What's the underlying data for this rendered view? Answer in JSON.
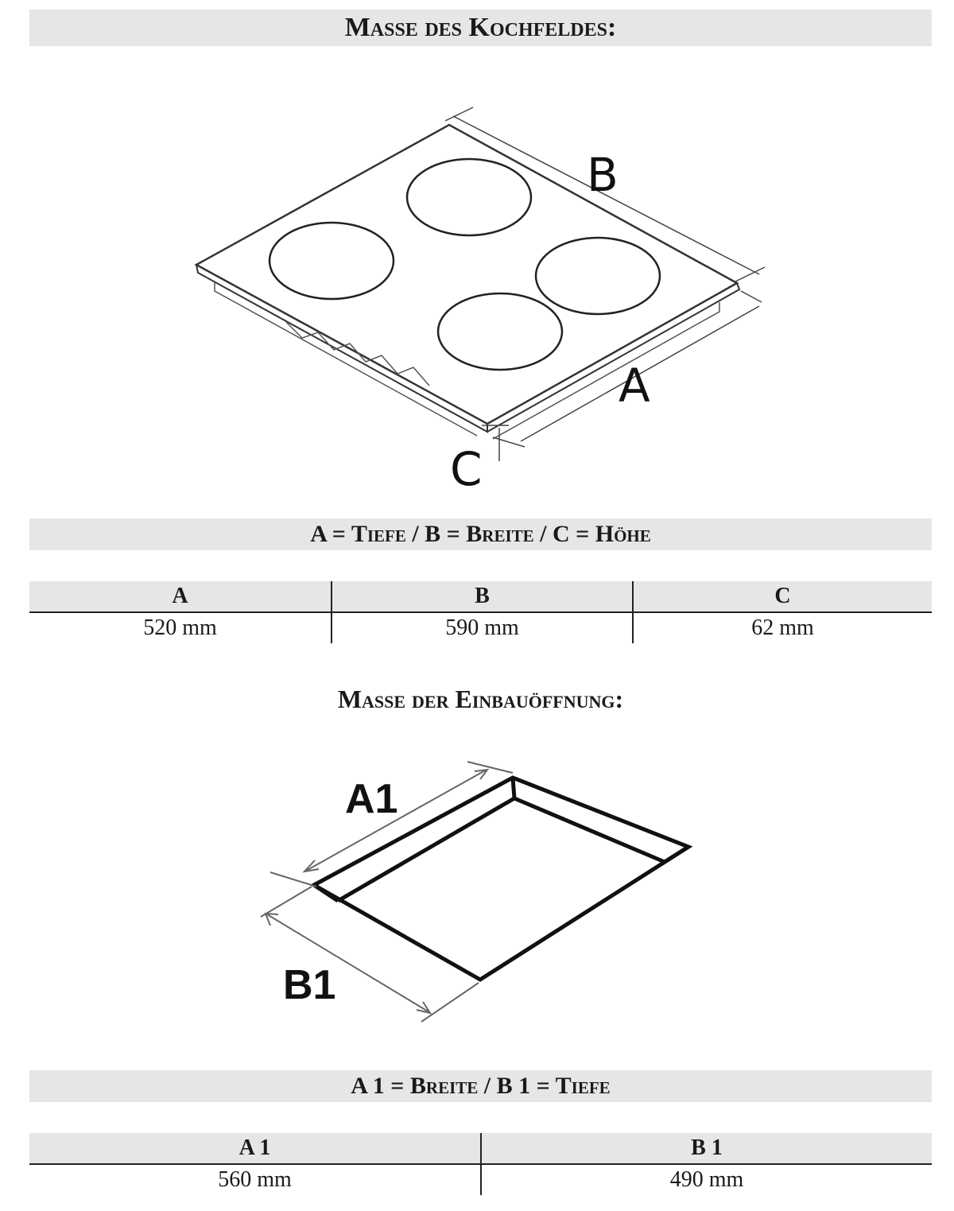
{
  "section1": {
    "title": "Maße des Kochfeldes:",
    "legend": "A = Tiefe / B = Breite / C = Höhe",
    "diagram_labels": {
      "a": "A",
      "b": "B",
      "c": "C"
    },
    "table": {
      "headers": [
        "A",
        "B",
        "C"
      ],
      "values": [
        "520 mm",
        "590 mm",
        "62 mm"
      ]
    }
  },
  "section2": {
    "title": "Maße der Einbauöffnung:",
    "legend": "A 1 = Breite / B 1 = Tiefe",
    "diagram_labels": {
      "a1": "A1",
      "b1": "B1"
    },
    "table": {
      "headers": [
        "A 1",
        "B 1"
      ],
      "values": [
        "560 mm",
        "490 mm"
      ]
    }
  }
}
